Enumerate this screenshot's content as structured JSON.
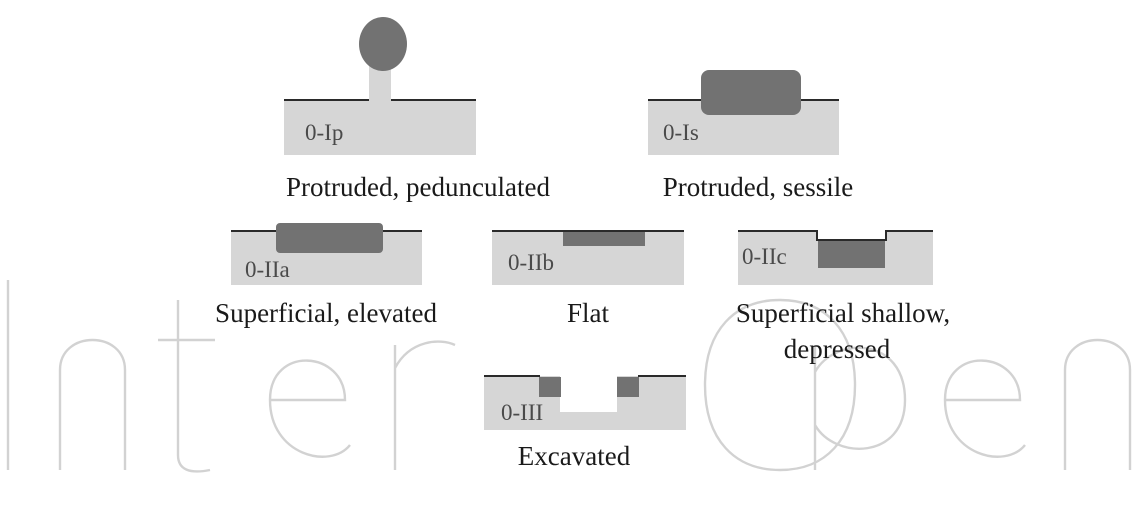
{
  "watermark": "IntechOpen",
  "figures": [
    {
      "code": "0-Ip",
      "caption": "Protruded, pedunculated"
    },
    {
      "code": "0-Is",
      "caption": "Protruded, sessile"
    },
    {
      "code": "0-IIa",
      "caption": "Superficial, elevated"
    },
    {
      "code": "0-IIb",
      "caption": "Flat"
    },
    {
      "code": "0-IIc",
      "caption_lines": [
        "Superficial shallow,",
        "depressed"
      ]
    },
    {
      "code": "0-III",
      "caption": "Excavated"
    }
  ],
  "colors": {
    "tissue": "#d6d6d6",
    "lesion": "#727272",
    "surface": "#2a2a2a",
    "watermark": "#d2d2d2"
  }
}
